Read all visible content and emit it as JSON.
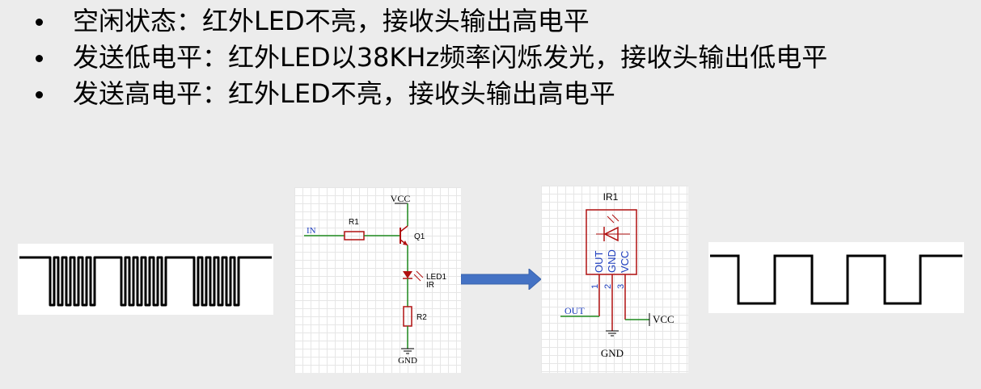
{
  "bullets": [
    "空闲状态：红外LED不亮，接收头输出高电平",
    "发送低电平：红外LED以38KHz频率闪烁发光，接收头输出低电平",
    "发送高电平：红外LED不亮，接收头输出高电平"
  ],
  "tx_circuit": {
    "vcc": "VCC",
    "input": "IN",
    "r1": "R1",
    "q1": "Q1",
    "led1": "LED1",
    "ir": "IR",
    "r2": "R2",
    "gnd": "GND"
  },
  "rx_circuit": {
    "ref": "IR1",
    "pin_out": "OUT",
    "pin_gnd": "GND",
    "pin_vcc": "VCC",
    "pin1": "1",
    "pin2": "2",
    "pin3": "3",
    "net_out": "OUT",
    "net_vcc": "VCC",
    "net_gnd": "GND"
  },
  "colors": {
    "wire": "#1f8a1f",
    "net_label": "#1f3fbf",
    "component": "#b01010",
    "arrow": "#4472c4"
  }
}
